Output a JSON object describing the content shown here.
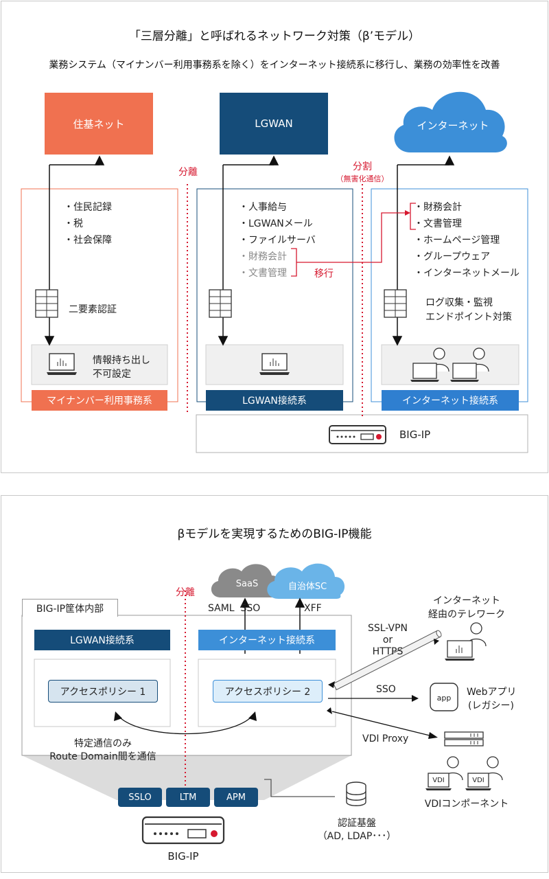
{
  "diagram1": {
    "title": "「三層分離」と呼ばれるネットワーク対策（β’モデル）",
    "subtitle": "業務システム（マイナンバー利用事務系を除く）をインターネット接続系に移行し、業務の効率性を改善",
    "top_nodes": {
      "juki": "住基ネット",
      "lgwan": "LGWAN",
      "internet": "インターネット"
    },
    "separation1": "分離",
    "separation2": "分割",
    "separation2_note": "（無害化通信）",
    "mynumber": {
      "items": [
        "・住民記録",
        "・税",
        "・社会保障"
      ],
      "auth_label": "二要素認証",
      "client_label_1": "情報持ち出し",
      "client_label_2": "不可設定",
      "footer": "マイナンバー利用事務系"
    },
    "lgwan_zone": {
      "items": [
        "・人事給与",
        "・LGWANメール",
        "・ファイルサーバ"
      ],
      "moved_items": [
        "・財務会計",
        "・文書管理"
      ],
      "move_label": "移行",
      "footer": "LGWAN接続系"
    },
    "internet_zone": {
      "moved_items": [
        "・財務会計",
        "・文書管理"
      ],
      "items": [
        "・ホームページ管理",
        "・グループウェア",
        "・インターネットメール"
      ],
      "security_1": "ログ収集・監視",
      "security_2": "エンドポイント対策",
      "footer": "インターネット接続系"
    },
    "bigip_label": "BIG-IP"
  },
  "diagram2": {
    "title": "βモデルを実現するためのBIG-IP機能",
    "chassis_tab": "BIG-IP筐体内部",
    "separation": "分離",
    "cloud_saas": "SaaS",
    "cloud_jichitai": "自治体SC",
    "saml_sso": "SAML  SSO",
    "xff": "XFF",
    "lgwan_bar": "LGWAN接続系",
    "internet_bar": "インターネット接続系",
    "policy1": "アクセスポリシー 1",
    "policy2": "アクセスポリシー 2",
    "route_note_1": "特定通信のみ",
    "route_note_2": "Route Domain間を通信",
    "modules": [
      "SSLO",
      "LTM",
      "APM"
    ],
    "bigip_label": "BIG-IP",
    "telework_1": "インターネット",
    "telework_2": "経由のテレワーク",
    "ssl_1": "SSL-VPN",
    "ssl_2": "or",
    "ssl_3": "HTTPS",
    "sso": "SSO",
    "app_icon": "app",
    "webapp_1": "Webアプリ",
    "webapp_2": "(レガシー)",
    "vdi_proxy": "VDI Proxy",
    "vdi_tag": "VDI",
    "vdi_component": "VDIコンポーネント",
    "auth_1": "認証基盤",
    "auth_2": "（AD, LDAP･･･）"
  },
  "colors": {
    "orange": "#f07150",
    "navy": "#154c79",
    "blue": "#2f7fd0",
    "light_blue": "#3c8fd8",
    "red": "#d6182f",
    "cloud_gray": "#8a8a8a",
    "cloud_blue": "#6ab4e8"
  }
}
